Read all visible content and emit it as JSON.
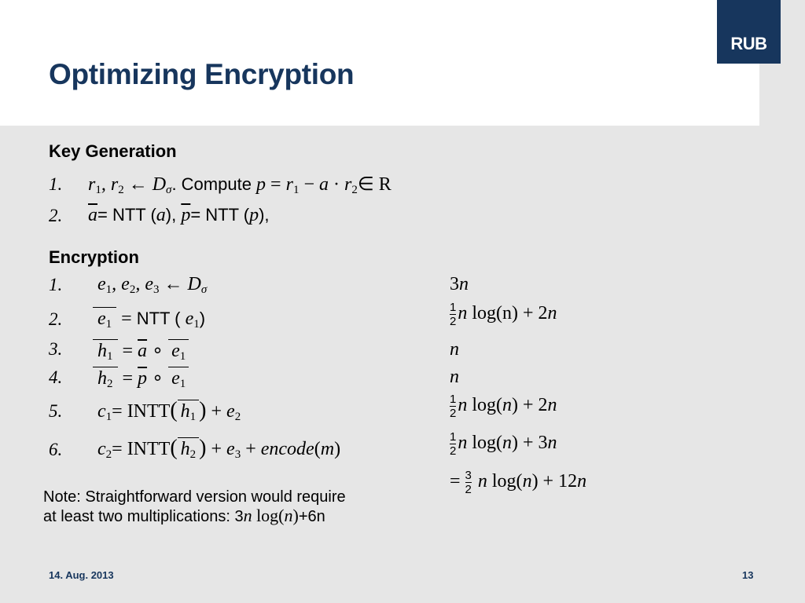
{
  "slide": {
    "title": "Optimizing Encryption",
    "logo": "RUB",
    "footer_date": "14. Aug. 2013",
    "page_number": "13"
  },
  "keygen": {
    "heading": "Key Generation",
    "steps": [
      {
        "num": "1.",
        "text": "r₁, r₂ ← D_σ. Compute p = r₁ − a · r₂∈ R"
      },
      {
        "num": "2.",
        "text": "ā= NTT (a), p̄= NTT (p),"
      }
    ]
  },
  "encryption": {
    "heading": "Encryption",
    "steps": [
      {
        "num": "1.",
        "expr": "e₁, e₂, e₃ ← D_σ",
        "cost": "3n"
      },
      {
        "num": "2.",
        "expr": "ē₁ = NTT ( e₁)",
        "cost": "½ n log(n) + 2n"
      },
      {
        "num": "3.",
        "expr": "h̄₁ = ā ∘ ē₁",
        "cost": "n"
      },
      {
        "num": "4.",
        "expr": "h₂ = p̄ ∘ ē₁",
        "cost": "n"
      },
      {
        "num": "5.",
        "expr": "c₁= INTT(h̄₁) + e₂",
        "cost": "½ n log(n) + 2n"
      },
      {
        "num": "6.",
        "expr": "c₂= INTT(h̄₂) + e₃ + encode(m)",
        "cost": "½ n log(n) + 3n"
      }
    ],
    "total": "= 3/2 n log(n) + 12n"
  },
  "note": {
    "line1": "Note: Straightforward version would require",
    "line2_prefix": "at least two multiplications: 3",
    "line2_math": "n log(n)",
    "line2_suffix": "+6n"
  },
  "colors": {
    "accent": "#17365d",
    "background": "#e6e6e6",
    "header_background": "#ffffff"
  }
}
